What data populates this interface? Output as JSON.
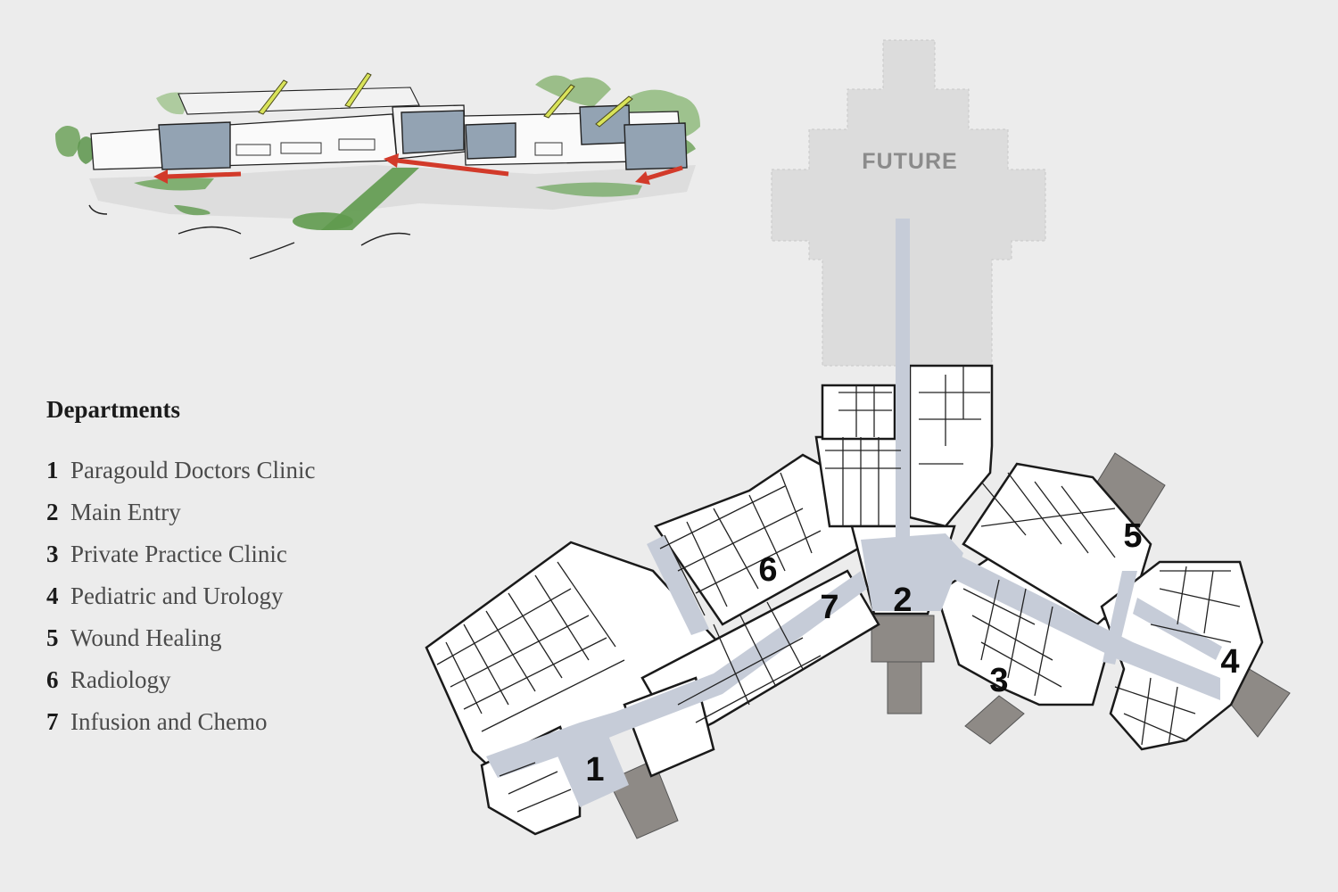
{
  "legend": {
    "title": "Departments",
    "items": [
      {
        "number": "1",
        "label": "Paragould Doctors Clinic"
      },
      {
        "number": "2",
        "label": "Main Entry"
      },
      {
        "number": "3",
        "label": "Private Practice Clinic"
      },
      {
        "number": "4",
        "label": "Pediatric and Urology"
      },
      {
        "number": "5",
        "label": "Wound Healing"
      },
      {
        "number": "6",
        "label": "Radiology"
      },
      {
        "number": "7",
        "label": "Infusion and Chemo"
      }
    ]
  },
  "plan": {
    "future_label": "FUTURE",
    "markers": [
      "1",
      "2",
      "3",
      "4",
      "5",
      "6",
      "7"
    ]
  },
  "colors": {
    "background": "#ececec",
    "corridor": "#c6ccd8",
    "future_zone": "#dcdcdc",
    "canopy": "#8e8a86",
    "wall": "#1a1a1a",
    "sketch_green": "#5f9a4e",
    "sketch_red_arrow": "#d23a2a",
    "sketch_yellow_arrow": "#d9e35a"
  }
}
